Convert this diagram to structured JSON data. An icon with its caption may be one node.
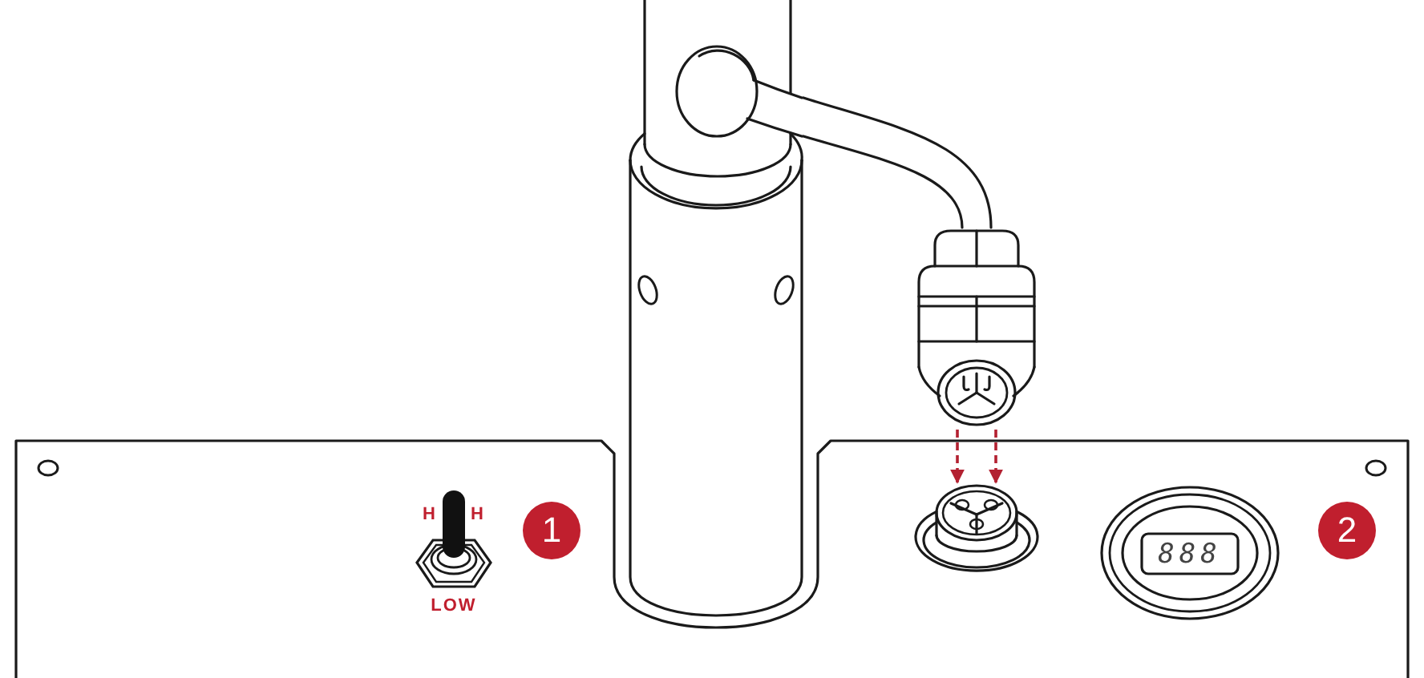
{
  "diagram": {
    "nodes": [
      {
        "text": [],
        "shape": "picture"
      },
      {
        "text": [],
        "shape": "picture"
      },
      {
        "text": [],
        "shape": "picture"
      }
    ],
    "edges": [
      {
        "from": 0,
        "to": 1,
        "arrow": "none",
        "color": "#1a1a1a"
      },
      {
        "from": 1,
        "to": 2,
        "arrow": "to",
        "style": "dashed"
      },
      {
        "from": 1,
        "to": 2,
        "arrow": "to",
        "style": "dashed"
      }
    ],
    "labels": [
      "H",
      "H",
      "1",
      "LOW",
      "888",
      "2"
    ]
  }
}
